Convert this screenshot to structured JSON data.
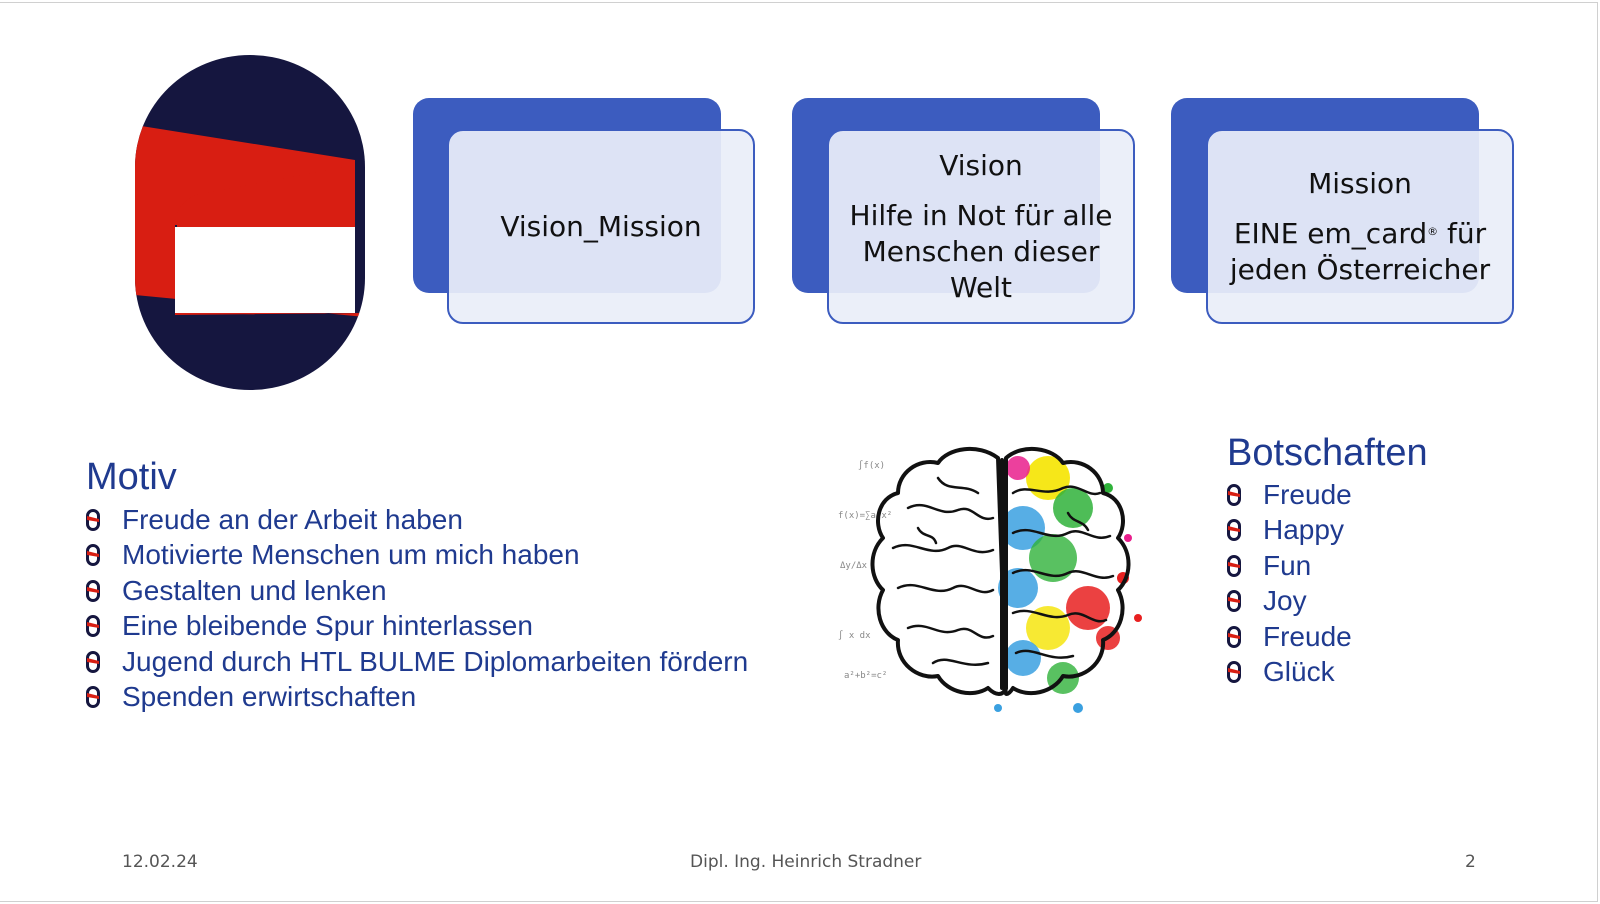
{
  "cards": [
    {
      "title": "",
      "lines": [
        "Vision_Mission"
      ]
    },
    {
      "title": "Vision",
      "lines": [
        "Hilfe in Not für alle",
        "Menschen dieser",
        "Welt"
      ]
    },
    {
      "title": "Mission",
      "lines": [
        "EINE em_card",
        "jeden Österreicher"
      ],
      "mark": "®",
      "mark_after": " für"
    }
  ],
  "motiv": {
    "title": "Motiv",
    "items": [
      "Freude an der Arbeit haben",
      "Motivierte Menschen um mich haben",
      "Gestalten und lenken",
      "Eine bleibende Spur hinterlassen",
      "Jugend durch HTL BULME Diplomarbeiten fördern",
      "Spenden erwirtschaften"
    ]
  },
  "botschaften": {
    "title": "Botschaften",
    "items": [
      "Freude",
      "Happy",
      "Fun",
      "Joy",
      "Freude",
      "Glück"
    ]
  },
  "footer": {
    "date": "12.02.24",
    "author": "Dipl. Ing. Heinrich Stradner",
    "page": "2"
  },
  "colors": {
    "navy": "#15163f",
    "red": "#d81e12",
    "blue": "#3c5cbf",
    "text_blue": "#1f3a8f"
  },
  "icons": {
    "logo": "s-logo-icon",
    "bullet": "s-logo-bullet-icon",
    "brain": "colorful-brain-illustration"
  }
}
